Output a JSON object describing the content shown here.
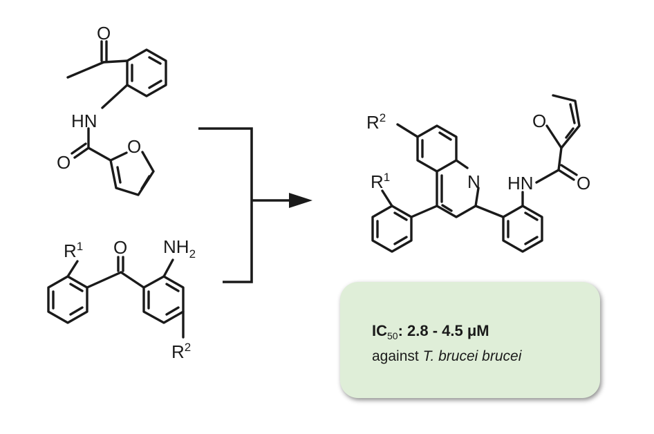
{
  "atoms": {
    "o": "O",
    "hn": "HN",
    "n": "N",
    "nh2_main": "NH",
    "nh2_sub": "2",
    "r": "R",
    "r1_sup": "1",
    "r2_sup": "2"
  },
  "result": {
    "ic_label": "IC",
    "ic_sub": "50",
    "ic_value": ": 2.8 - 4.5 μM",
    "against": "against",
    "organism": "T. brucei brucei"
  }
}
